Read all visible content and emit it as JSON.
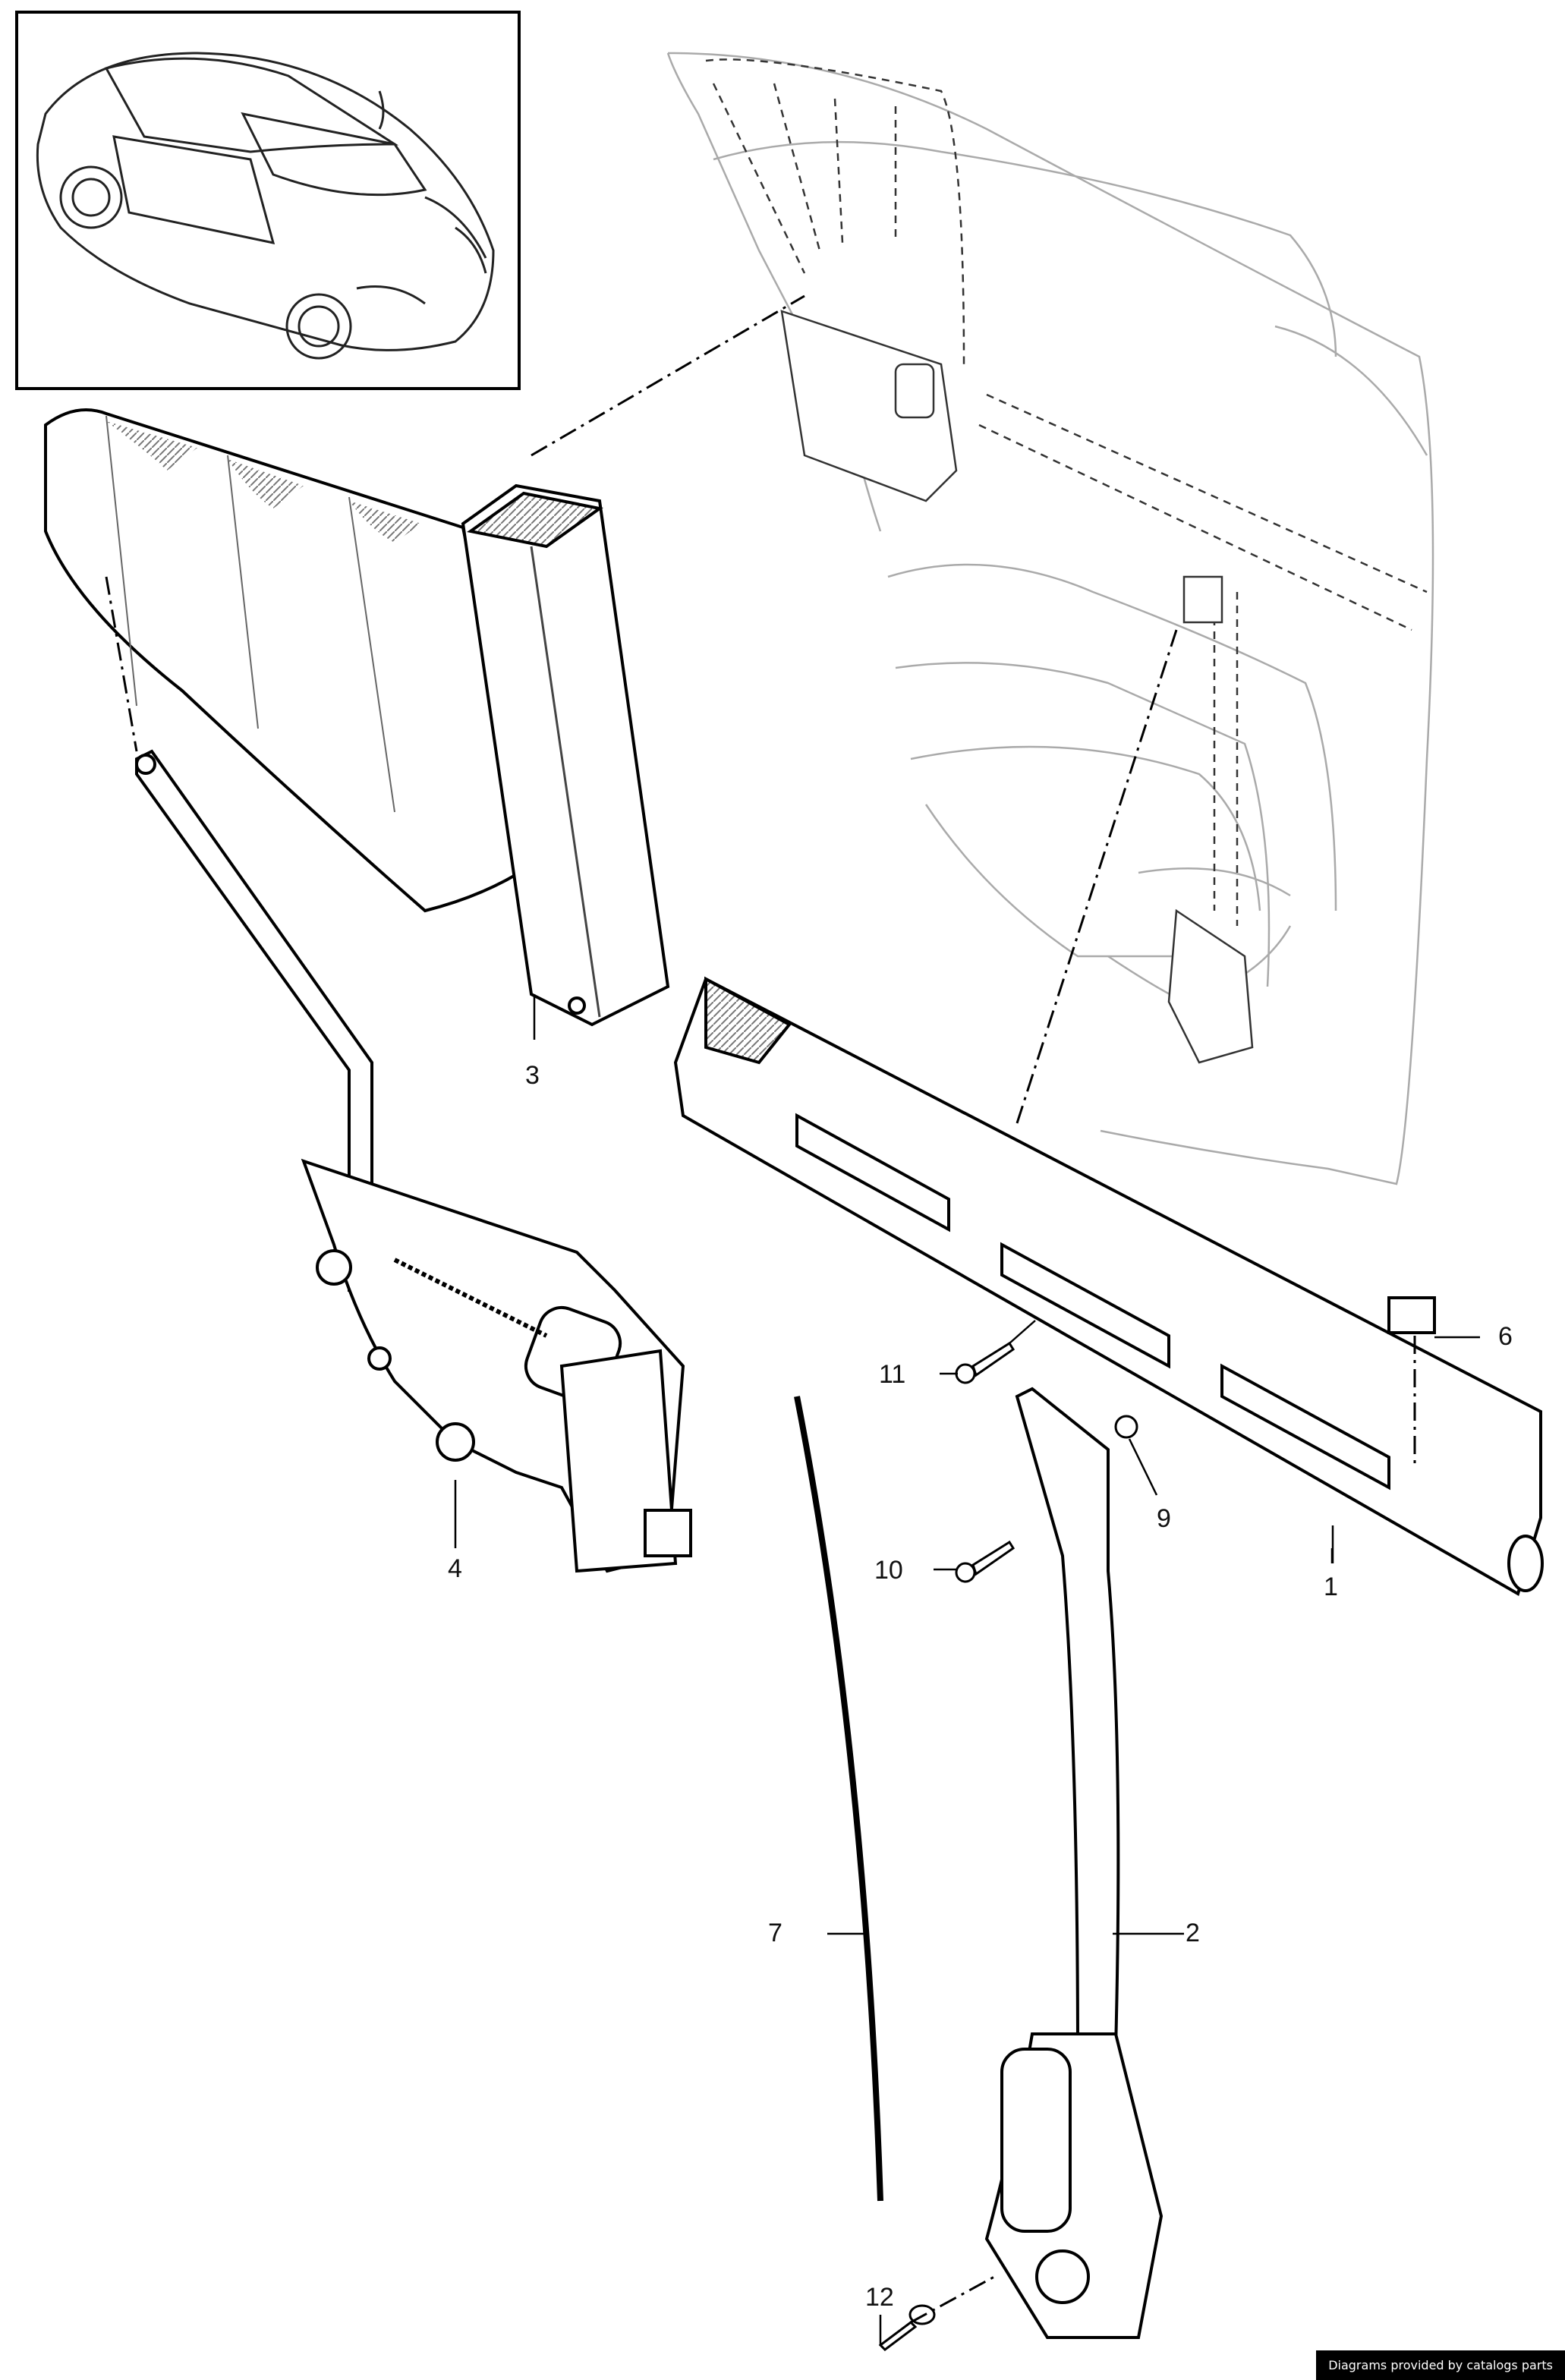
{
  "callouts": {
    "c1": "1",
    "c2": "2",
    "c3": "3",
    "c4": "4",
    "c6": "6",
    "c7": "7",
    "c9": "9",
    "c10": "10",
    "c11": "11",
    "c12": "12"
  },
  "credit": "Diagrams provided by catalogs parts"
}
